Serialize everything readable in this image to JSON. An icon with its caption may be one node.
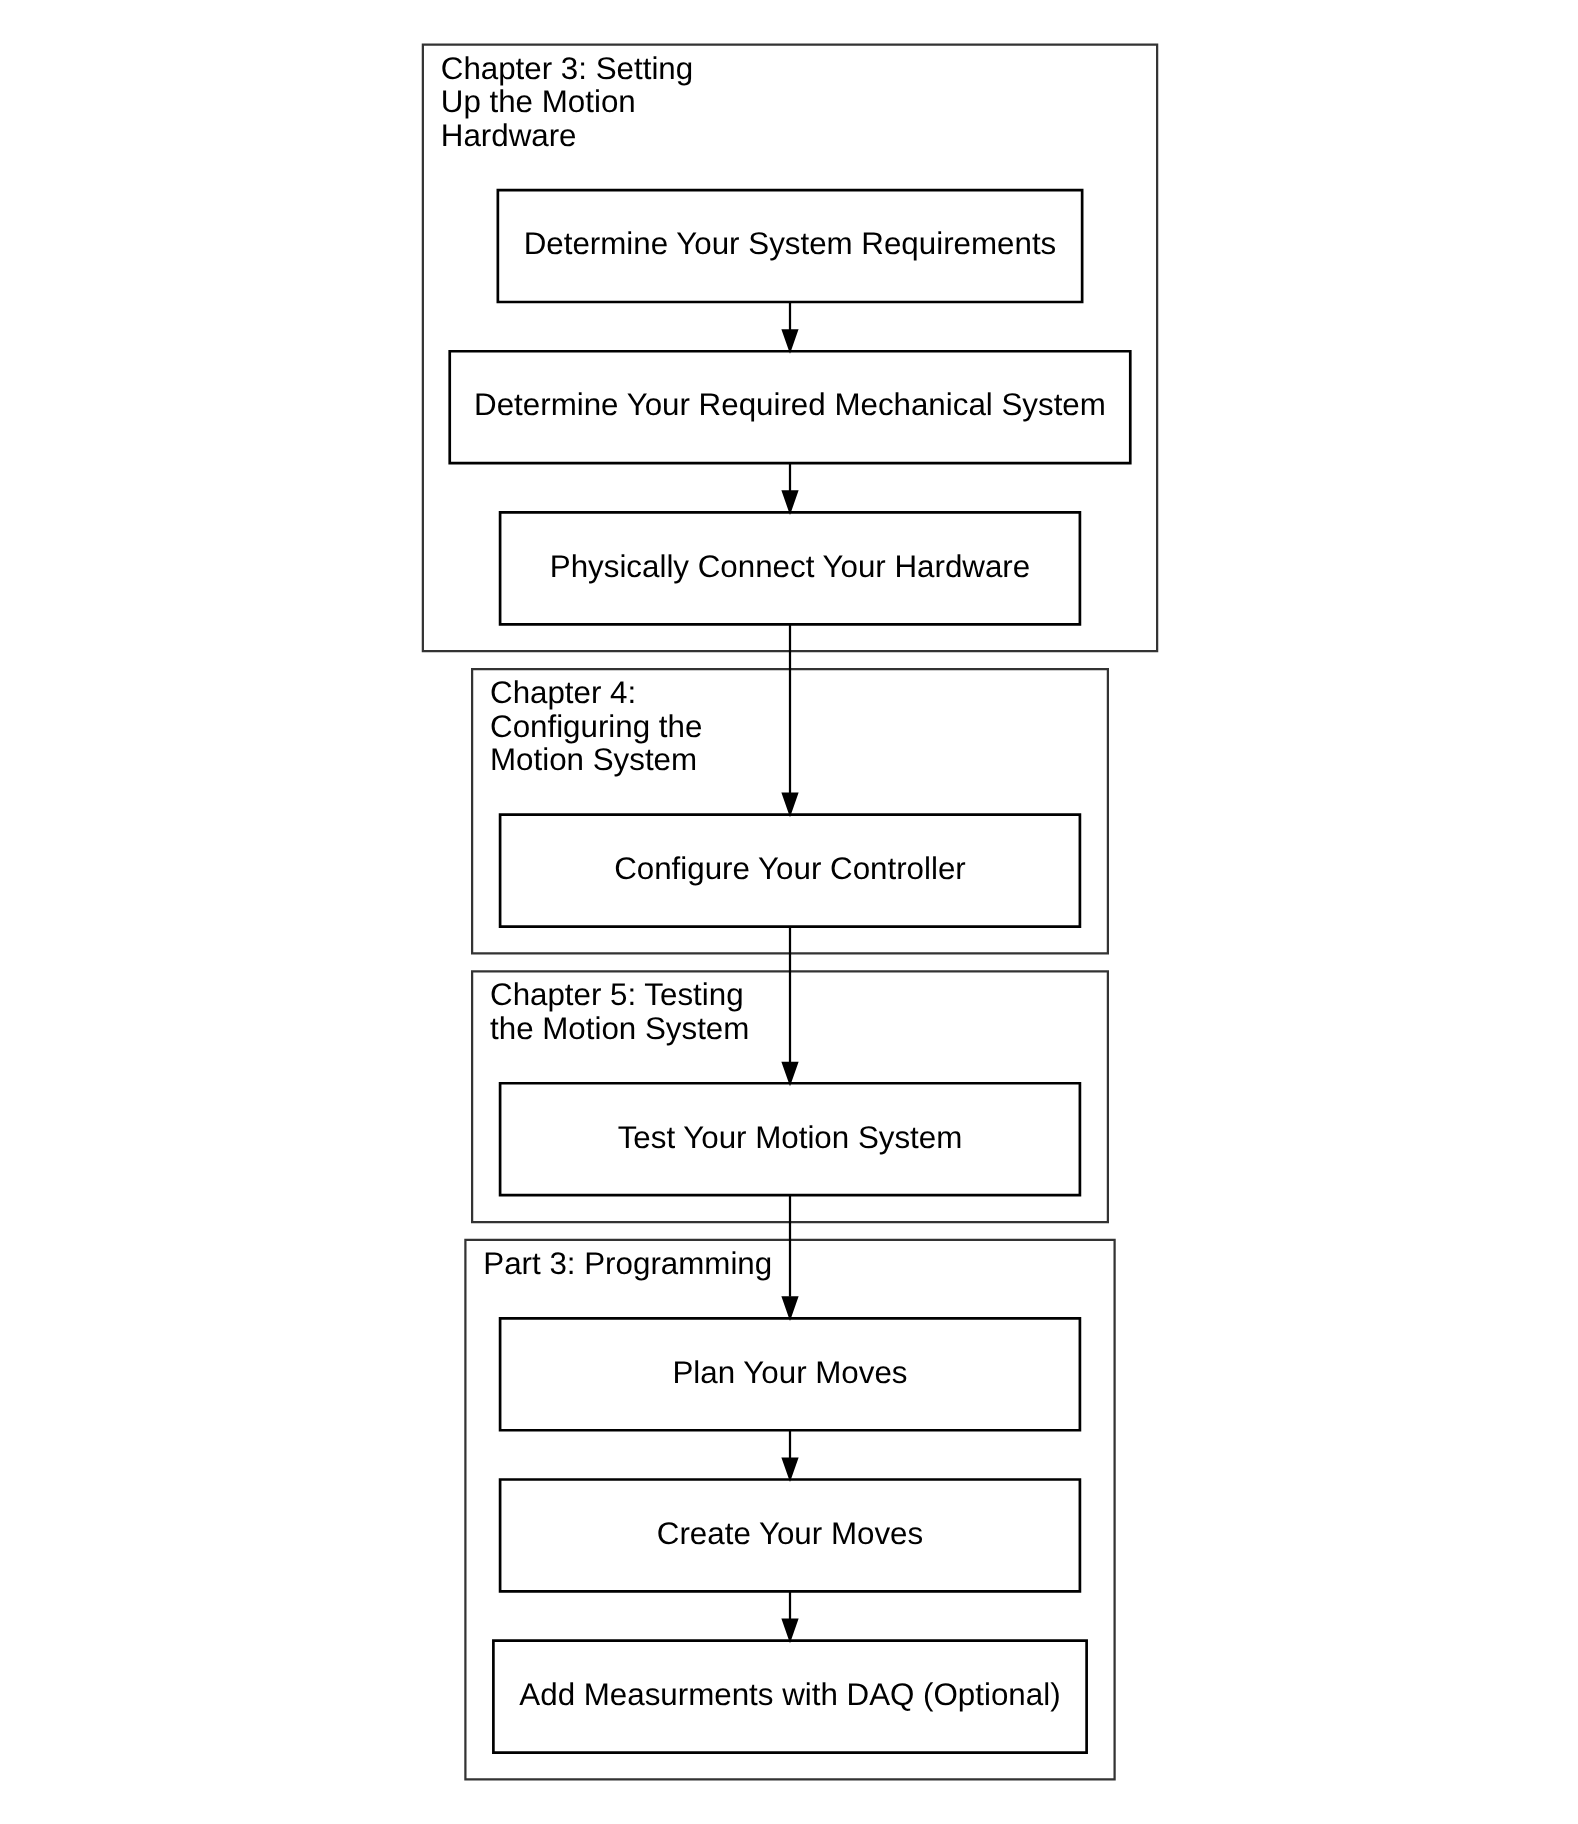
{
  "diagram": {
    "nodes": [
      {
        "text": [
          "Chapter 3: Setting Up the Motion Hardware"
        ]
      },
      {
        "text": [
          "Determine Your System Requirements"
        ],
        "in": 0
      },
      {
        "text": [
          "Determine Your Required Mechanical System"
        ],
        "in": 0
      },
      {
        "text": [
          "Physically Connect Your Hardware"
        ],
        "in": 0
      },
      {
        "text": [
          "Chapter 4: Configuring the Motion System"
        ]
      },
      {
        "text": [
          "Configure Your Controller"
        ],
        "in": 4
      },
      {
        "text": [
          "Chapter 5: Testing the Motion System"
        ]
      },
      {
        "text": [
          "Test Your Motion System"
        ],
        "in": 6
      },
      {
        "text": [
          "Part 3: Programming"
        ]
      },
      {
        "text": [
          "Plan Your Moves"
        ],
        "in": 8
      },
      {
        "text": [
          "Create Your Moves"
        ],
        "in": 8
      },
      {
        "text": [
          "Add Measurments with DAQ (Optional)"
        ],
        "in": 8
      }
    ],
    "edges": [
      {
        "from": 1,
        "to": 2,
        "arrow": "to"
      },
      {
        "from": 2,
        "to": 3,
        "arrow": "to"
      },
      {
        "from": 3,
        "to": 5,
        "arrow": "to"
      },
      {
        "from": 5,
        "to": 7,
        "arrow": "to"
      },
      {
        "from": 7,
        "to": 9,
        "arrow": "to"
      },
      {
        "from": 9,
        "to": 10,
        "arrow": "to"
      },
      {
        "from": 10,
        "to": 11,
        "arrow": "to"
      }
    ]
  }
}
